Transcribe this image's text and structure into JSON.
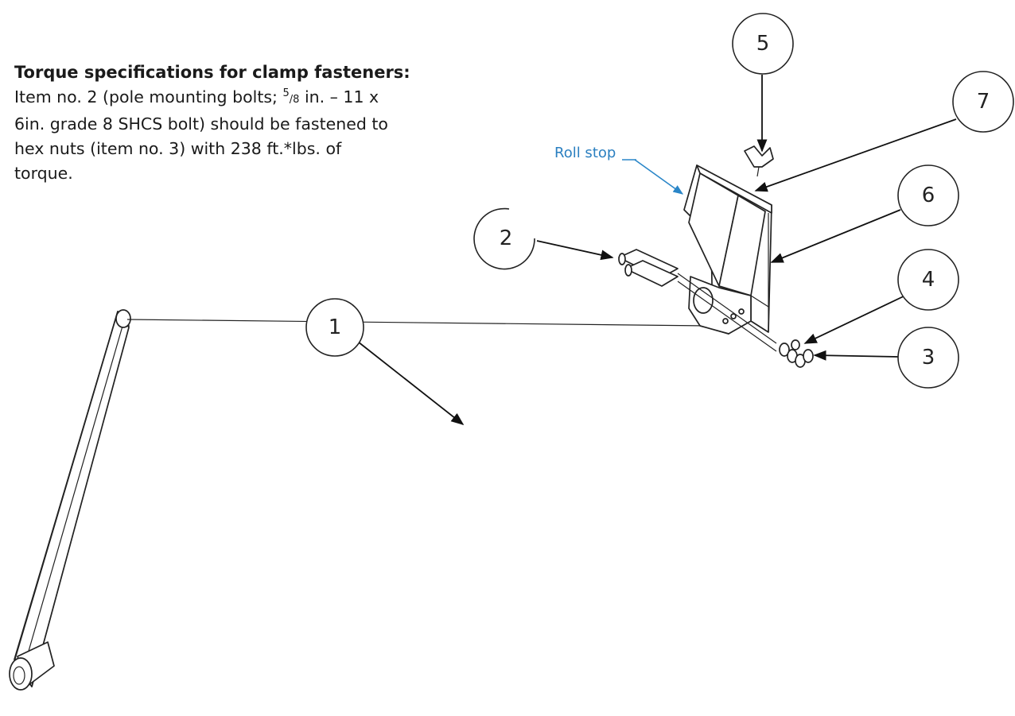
{
  "note": {
    "title": "Torque specifications for clamp fasteners:",
    "line1_a": "Item no. 2 (pole mounting bolts; ",
    "frac_num": "5",
    "frac_den": "/8",
    "line1_b": " in. – 11 x",
    "line2": "6in. grade 8 SHCS bolt) should be fastened to",
    "line3": "hex nuts (item no. 3) with 238 ft.*lbs. of",
    "line4": "torque."
  },
  "callout_label": "Roll stop",
  "balloons": [
    "1",
    "2",
    "3",
    "4",
    "5",
    "6",
    "7"
  ],
  "colors": {
    "line": "#222222",
    "callout": "#2a7fc0",
    "background": "#ffffff"
  }
}
